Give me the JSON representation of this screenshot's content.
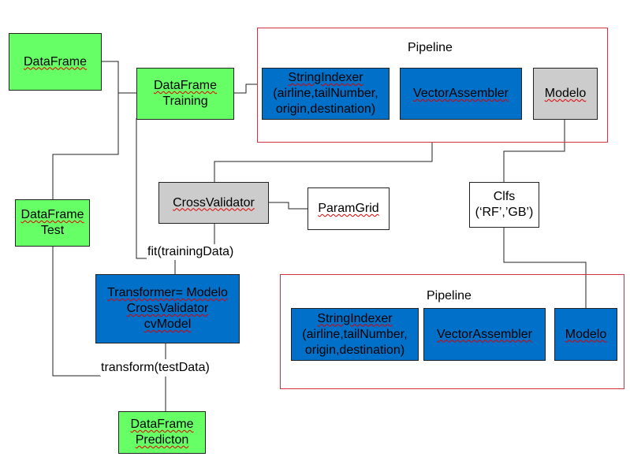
{
  "dataframe": "DataFrame",
  "training": {
    "line1": "DataFrame",
    "line2": "Training"
  },
  "test": {
    "line1": "DataFrame",
    "line2": "Test"
  },
  "prediction": {
    "line1": "DataFrame",
    "line2": "Predicton"
  },
  "pipeline_top": {
    "title": "Pipeline",
    "indexer": {
      "line1": "StringIndexer",
      "line2": "(airline,tailNumber,",
      "line3": "origin,destination)"
    },
    "assembler": "VectorAssembler",
    "model": "Modelo"
  },
  "pipeline_bottom": {
    "title": "Pipeline",
    "indexer": {
      "line1": "StringIndexer",
      "line2": "(airline,tailNumber,",
      "line3": "origin,destination)"
    },
    "assembler": "VectorAssembler",
    "model": "Modelo"
  },
  "crossvalidator": "CrossValidator",
  "paramgrid": "ParamGrid",
  "clfs": {
    "line1": "Clfs",
    "line2": "(‘RF’,’GB’)"
  },
  "fit_label": "fit(trainingData)",
  "transformer": {
    "line1": "Transformer= Modelo",
    "line2": "CrossValidator",
    "line3": "cvModel"
  },
  "transform_label": "transform(testData)",
  "colors": {
    "green": "#66ff66",
    "blue": "#0070c8",
    "gray": "#cccccc",
    "frame": "#d43040"
  }
}
